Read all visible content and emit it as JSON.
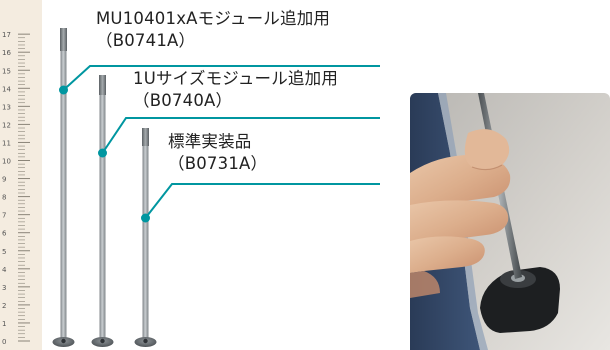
{
  "ruler": {
    "ticks": [
      "0",
      "1",
      "2",
      "3",
      "4",
      "5",
      "6",
      "7",
      "8",
      "9",
      "10",
      "11",
      "12",
      "13",
      "14",
      "15",
      "16",
      "17"
    ]
  },
  "callouts": [
    {
      "name": "MU10401xAモジュール追加用",
      "part": "（B0741A）"
    },
    {
      "name": "1Uサイズモジュール追加用",
      "part": "（B0740A）"
    },
    {
      "name": "標準実装品",
      "part": "（B0731A）"
    }
  ],
  "colors": {
    "leader": "#0096a0",
    "rod": "#9aa0a4",
    "ruler_bg": "#f4ece0",
    "ruler_tick": "#8a8478"
  },
  "photo": {
    "subject": "hand-inserting-rod-photo"
  }
}
